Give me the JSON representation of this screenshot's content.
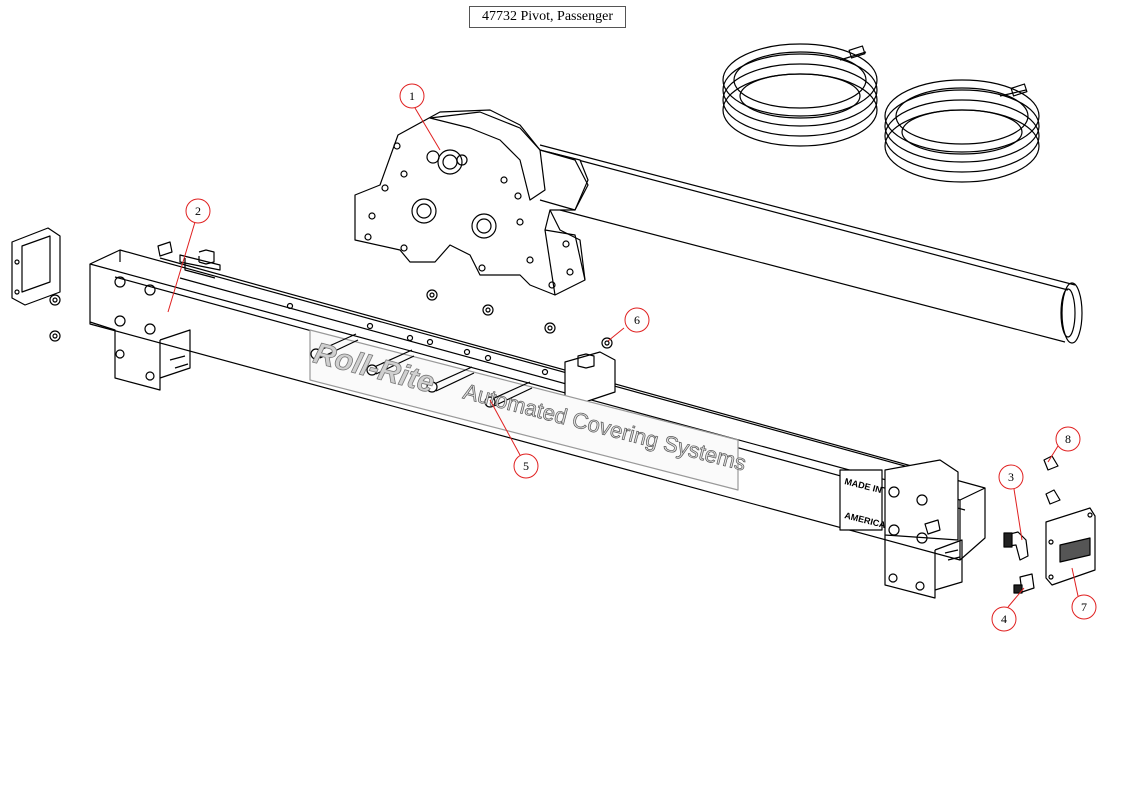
{
  "title": "47732 Pivot, Passenger",
  "callouts": [
    "1",
    "2",
    "3",
    "4",
    "5",
    "6",
    "7",
    "8"
  ],
  "logo": {
    "brand": "Roll-Rite",
    "tagline": "Automated Covering Systems"
  },
  "stamp": {
    "line1": "MADE IN",
    "line2": "AMERICA"
  },
  "colors": {
    "callout": "#e02020",
    "line": "#000000",
    "logo_fill": "#c8c8c8"
  }
}
